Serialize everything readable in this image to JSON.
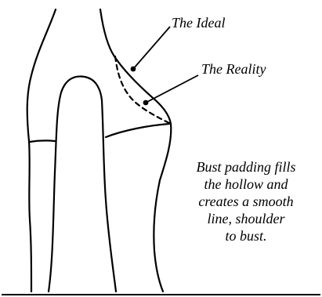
{
  "labels": {
    "ideal": "The Ideal",
    "reality": "The Reality"
  },
  "caption": {
    "lines": [
      "Bust padding fills",
      "the hollow and",
      "creates a smooth",
      "line, shoulder",
      "to bust."
    ]
  },
  "colors": {
    "ink": "#000000",
    "background": "#ffffff"
  }
}
